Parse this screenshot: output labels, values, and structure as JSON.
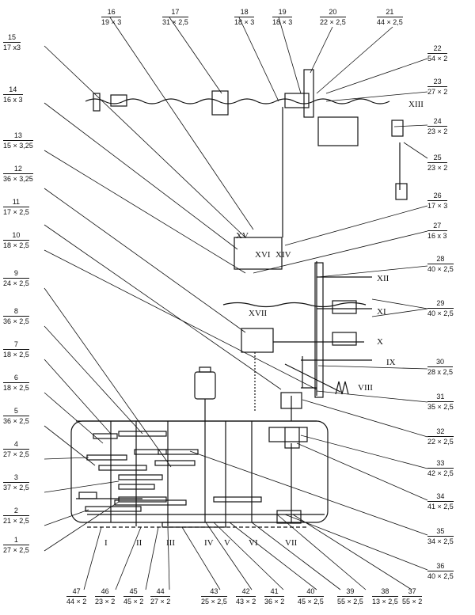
{
  "parts": [
    {
      "num": "1",
      "spec": "27 × 2,5"
    },
    {
      "num": "2",
      "spec": "21 × 2,5"
    },
    {
      "num": "3",
      "spec": "37 × 2,5"
    },
    {
      "num": "4",
      "spec": "27 × 2,5"
    },
    {
      "num": "5",
      "spec": "36 × 2,5"
    },
    {
      "num": "6",
      "spec": "18 × 2,5"
    },
    {
      "num": "7",
      "spec": "18 × 2,5"
    },
    {
      "num": "8",
      "spec": "36 × 2,5"
    },
    {
      "num": "9",
      "spec": "24 × 2,5"
    },
    {
      "num": "10",
      "spec": "18 × 2,5"
    },
    {
      "num": "11",
      "spec": "17 × 2,5"
    },
    {
      "num": "12",
      "spec": "36 × 3,25"
    },
    {
      "num": "13",
      "spec": "15 × 3,25"
    },
    {
      "num": "14",
      "spec": "16 x 3"
    },
    {
      "num": "15",
      "spec": "17 x3"
    },
    {
      "num": "16",
      "spec": "19 × 3"
    },
    {
      "num": "17",
      "spec": "31 × 2,5"
    },
    {
      "num": "18",
      "spec": "18 × 3"
    },
    {
      "num": "19",
      "spec": "18 × 3"
    },
    {
      "num": "20",
      "spec": "22 × 2,5"
    },
    {
      "num": "21",
      "spec": "44 × 2,5"
    },
    {
      "num": "22",
      "spec": "54 × 2"
    },
    {
      "num": "23",
      "spec": "27 × 2"
    },
    {
      "num": "24",
      "spec": "23 × 2"
    },
    {
      "num": "25",
      "spec": "23 × 2"
    },
    {
      "num": "26",
      "spec": "17 × 3"
    },
    {
      "num": "27",
      "spec": "16 x 3"
    },
    {
      "num": "28",
      "spec": "40 × 2,5"
    },
    {
      "num": "29",
      "spec": "40 × 2,5"
    },
    {
      "num": "30",
      "spec": "28 x 2,5"
    },
    {
      "num": "31",
      "spec": "35 × 2,5"
    },
    {
      "num": "32",
      "spec": "22 × 2,5"
    },
    {
      "num": "33",
      "spec": "42 × 2,5"
    },
    {
      "num": "34",
      "spec": "41 × 2,5"
    },
    {
      "num": "35",
      "spec": "34 × 2,5"
    },
    {
      "num": "36",
      "spec": "40 × 2,5"
    },
    {
      "num": "37",
      "spec": "55 × 2"
    },
    {
      "num": "38",
      "spec": "13 × 2,5"
    },
    {
      "num": "39",
      "spec": "55 × 2,5"
    },
    {
      "num": "40",
      "spec": "45 × 2,5"
    },
    {
      "num": "41",
      "spec": "36 × 2"
    },
    {
      "num": "42",
      "spec": "43 × 2"
    },
    {
      "num": "43",
      "spec": "25 × 2,5"
    },
    {
      "num": "44",
      "spec": "27 × 2"
    },
    {
      "num": "45",
      "spec": "45 × 2"
    },
    {
      "num": "46",
      "spec": "23 × 2"
    },
    {
      "num": "47",
      "spec": "44 × 2"
    }
  ],
  "shafts": [
    "I",
    "II",
    "III",
    "IV",
    "V",
    "VI",
    "VII",
    "VIII",
    "IX",
    "X",
    "XI",
    "XII",
    "XIII",
    "XIV",
    "XV",
    "XVI",
    "XVII"
  ]
}
